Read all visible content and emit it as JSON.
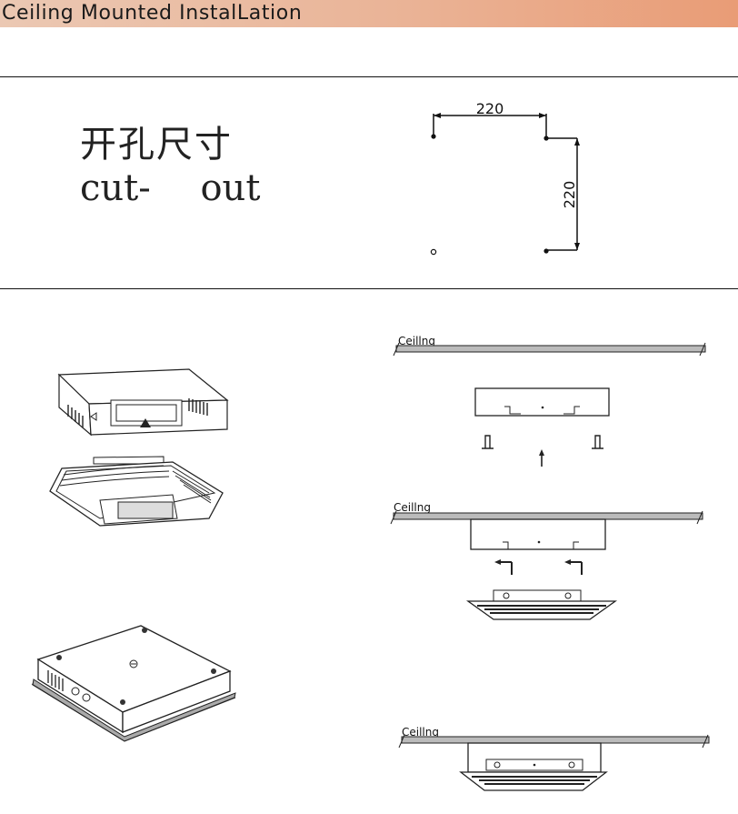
{
  "header": {
    "title": "Ceiling Mounted InstalLation"
  },
  "cutout": {
    "label_zh": "开孔尺寸",
    "label_en": "cut-   out",
    "width_dim": "220",
    "height_dim": "220"
  },
  "steps": [
    {
      "ceiling_label": "Ceillng"
    },
    {
      "ceiling_label": "Ceillng"
    },
    {
      "ceiling_label": "Ceillng"
    }
  ]
}
